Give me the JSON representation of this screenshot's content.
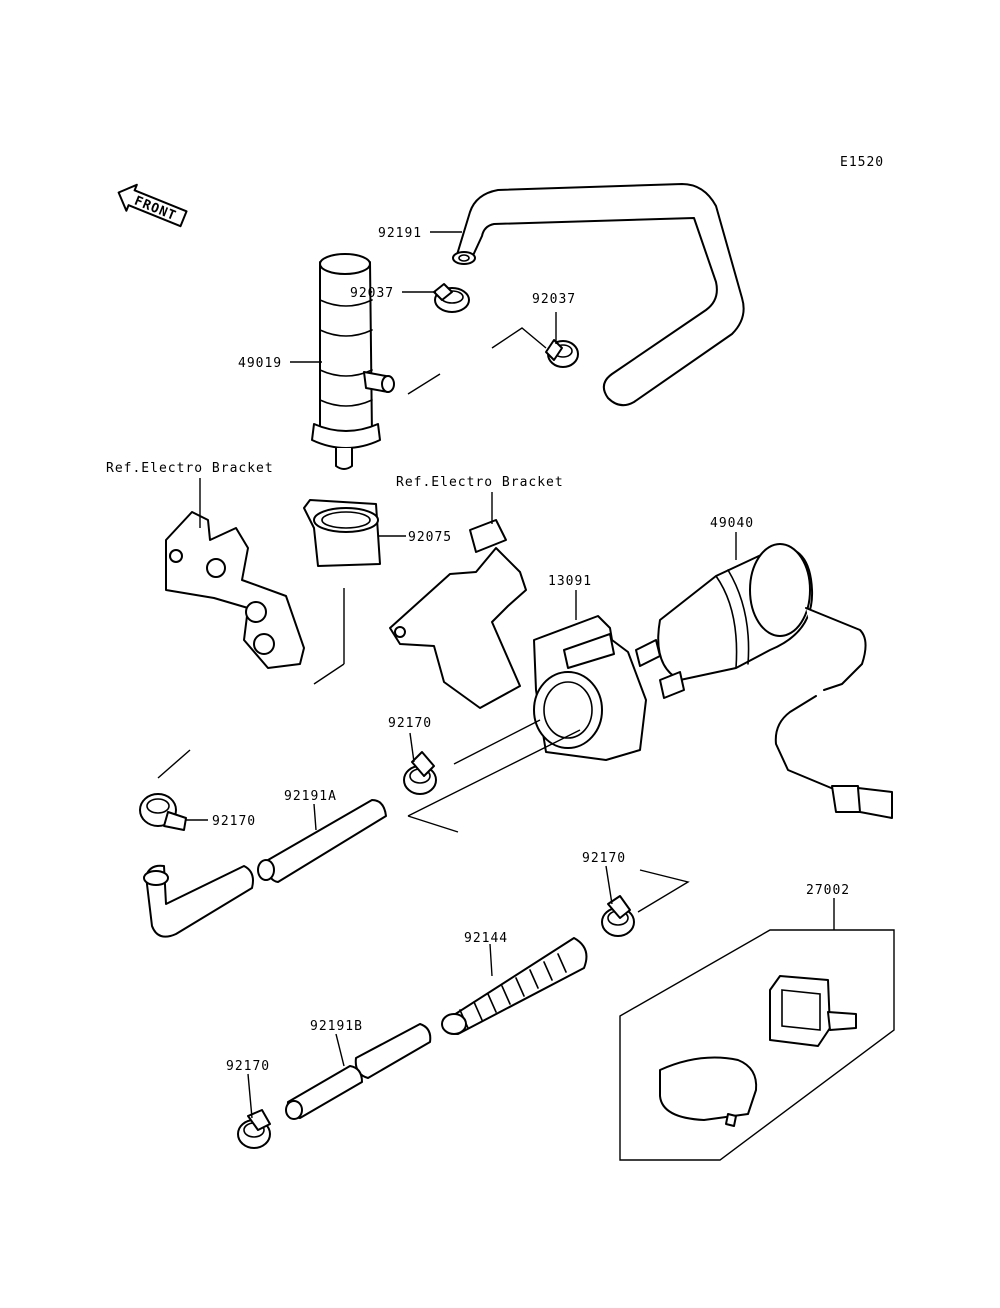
{
  "diagram_code": "E1520",
  "front_label": "FRONT",
  "ref_labels": {
    "bracket_left": "Ref.Electro Bracket",
    "bracket_right": "Ref.Electro Bracket"
  },
  "part_numbers": {
    "hose_top": "92191",
    "clamp_top_left": "92037",
    "clamp_top_right": "92037",
    "fuel_filter": "49019",
    "clamp_band": "92075",
    "fuel_pump": "49040",
    "damper_holder": "13091",
    "clamp_mid": "92170",
    "clamp_left": "92170",
    "hose_a": "92191A",
    "clamp_right": "92170",
    "spring": "92144",
    "relay_kit": "27002",
    "hose_b": "92191B",
    "clamp_bottom": "92170"
  }
}
